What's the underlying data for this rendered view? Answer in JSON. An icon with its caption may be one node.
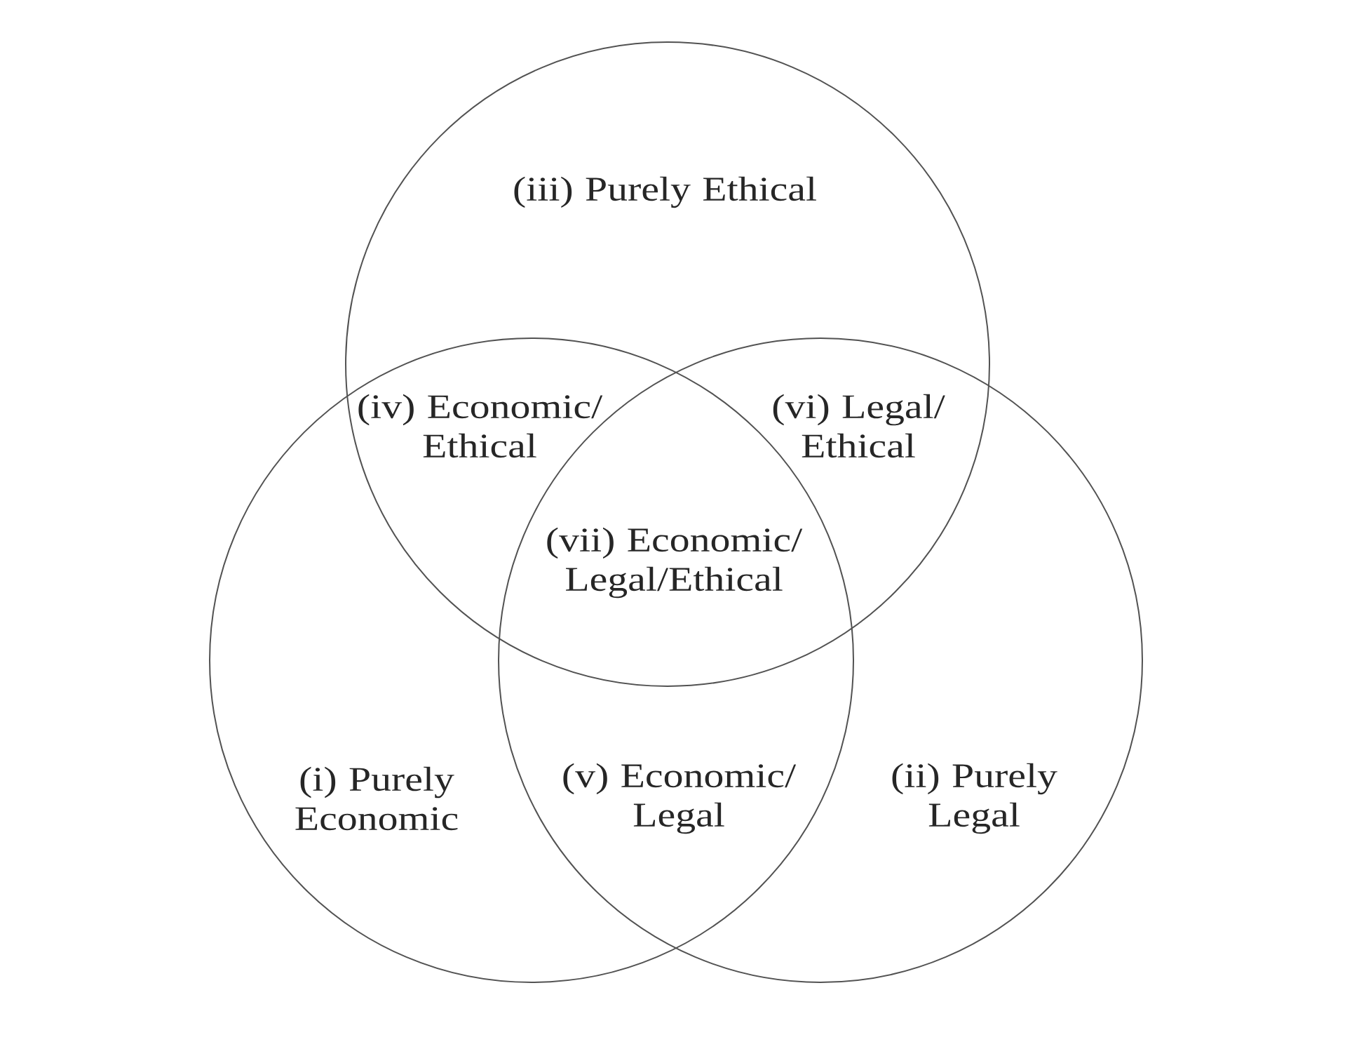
{
  "diagram": {
    "nodes": [
      {
        "text": [
          "(iii) Purely Ethical"
        ]
      },
      {
        "text": [
          "(i) Purely Economic"
        ]
      },
      {
        "text": [
          "(ii) Purely Legal"
        ]
      }
    ],
    "labels": [
      "(iv) Economic/ Ethical",
      "(vi) Legal/ Ethical",
      "(vii) Economic/ Legal/Ethical",
      "(v) Economic/ Legal"
    ]
  }
}
